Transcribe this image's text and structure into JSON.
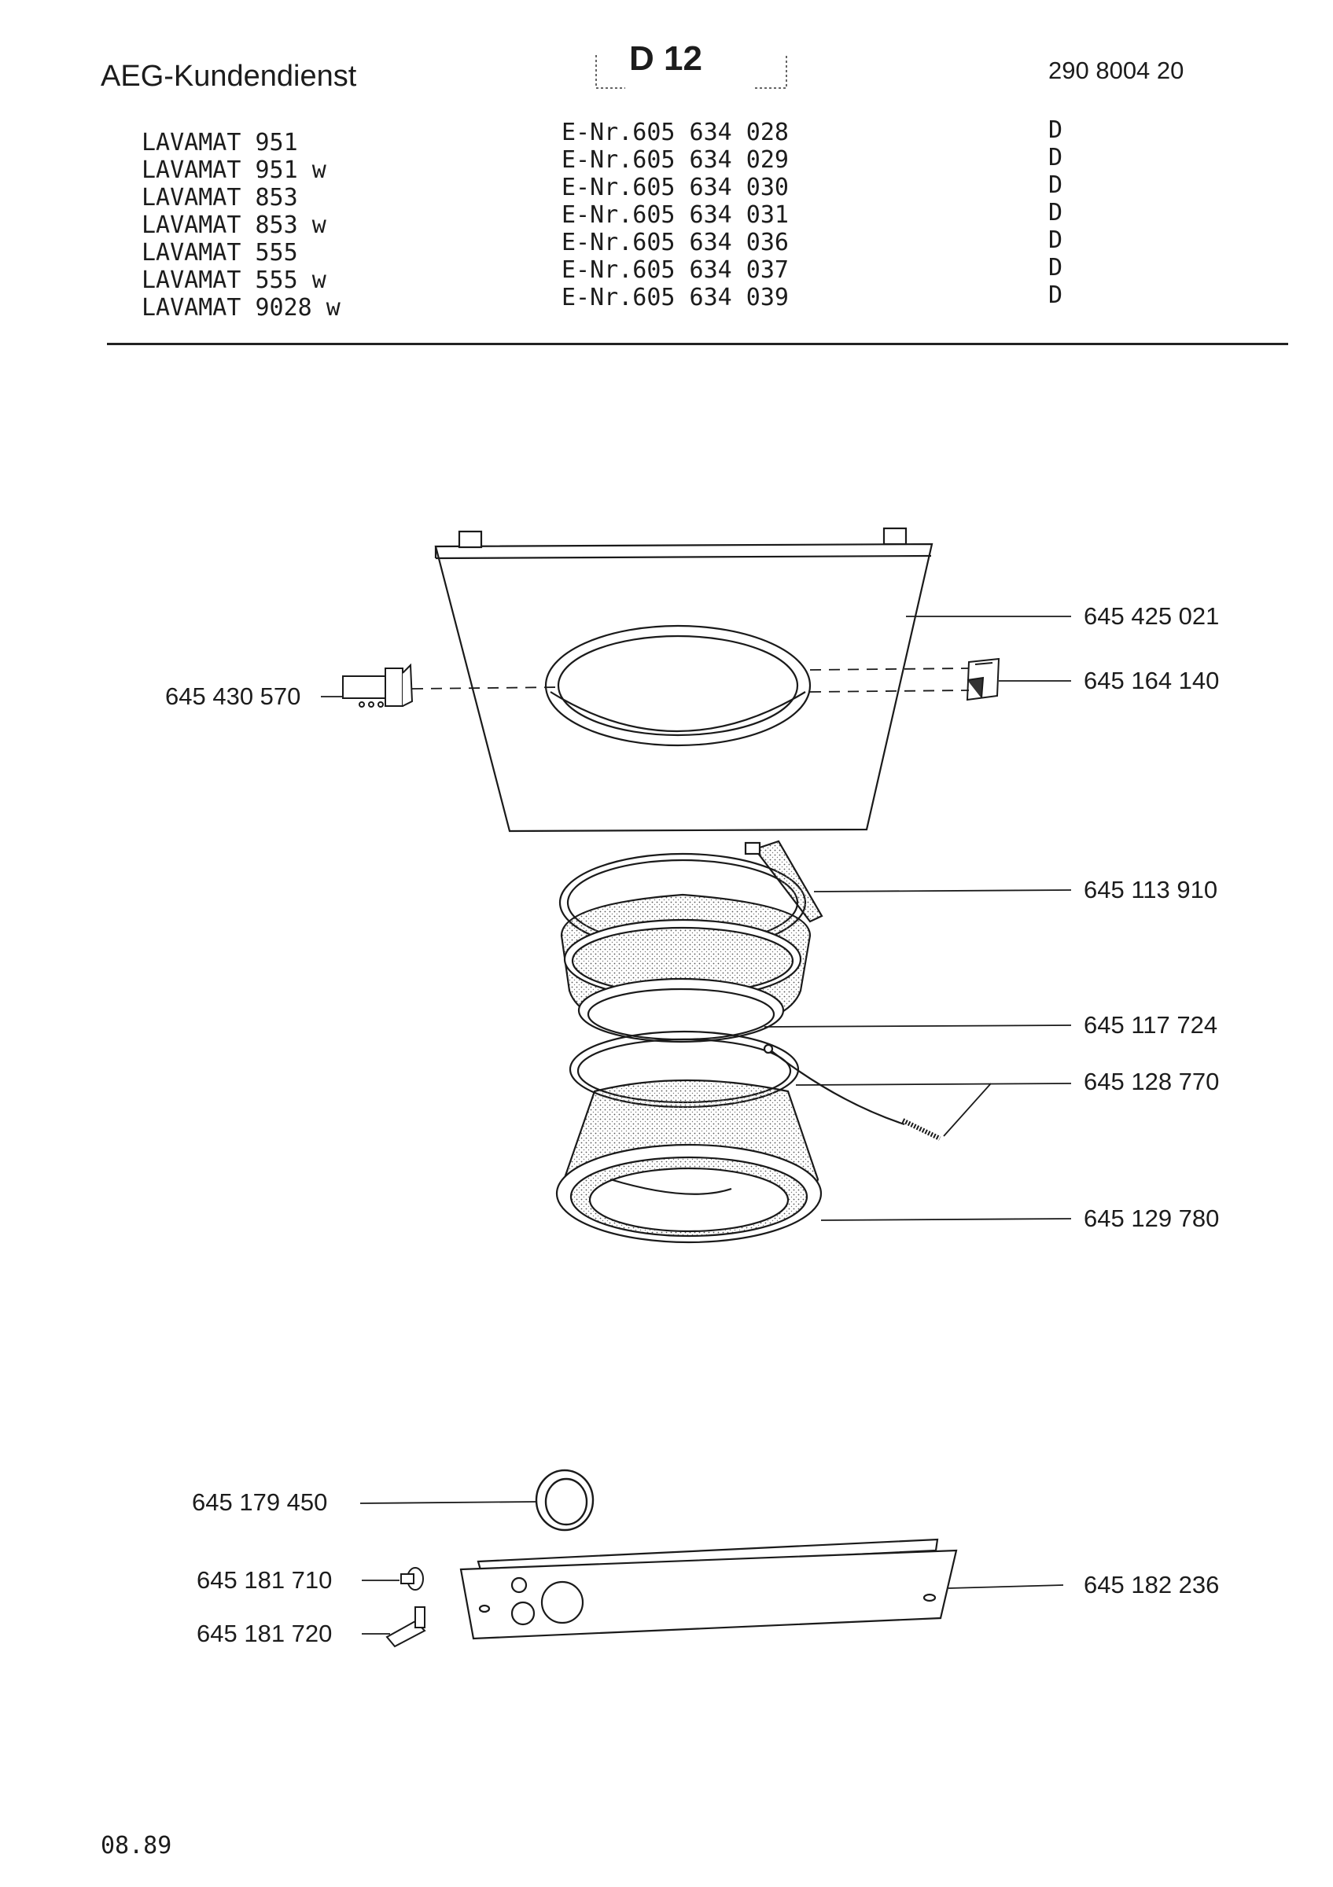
{
  "header": {
    "brand": "AEG-Kundendienst",
    "doc_code": "D 12",
    "ref_number": "290 8004 20"
  },
  "models": [
    {
      "name": "LAVAMAT 951",
      "enr": "E-Nr.605 634 028",
      "country": "D"
    },
    {
      "name": "LAVAMAT 951 w",
      "enr": "E-Nr.605 634 029",
      "country": "D"
    },
    {
      "name": "LAVAMAT 853",
      "enr": "E-Nr.605 634 030",
      "country": "D"
    },
    {
      "name": "LAVAMAT 853 w",
      "enr": "E-Nr.605 634 031",
      "country": "D"
    },
    {
      "name": "LAVAMAT 555",
      "enr": "E-Nr.605 634 036",
      "country": "D"
    },
    {
      "name": "LAVAMAT 555 w",
      "enr": "E-Nr.605 634 037",
      "country": "D"
    },
    {
      "name": "LAVAMAT 9028 w",
      "enr": "E-Nr.605 634 039",
      "country": "D"
    }
  ],
  "parts": {
    "front_panel": "645 425 021",
    "door_lock": "645 430 570",
    "door_hook": "645 164 140",
    "clamp_ring": "645 113 910",
    "door_seal": "645 117 724",
    "tension_spring": "645 128 770",
    "inner_ring": "645 129 780",
    "grommet": "645 179 450",
    "screw": "645 181 710",
    "handle_pin": "645 181 720",
    "bottom_strip": "645 182 236"
  },
  "footer": {
    "date": "08.89"
  }
}
